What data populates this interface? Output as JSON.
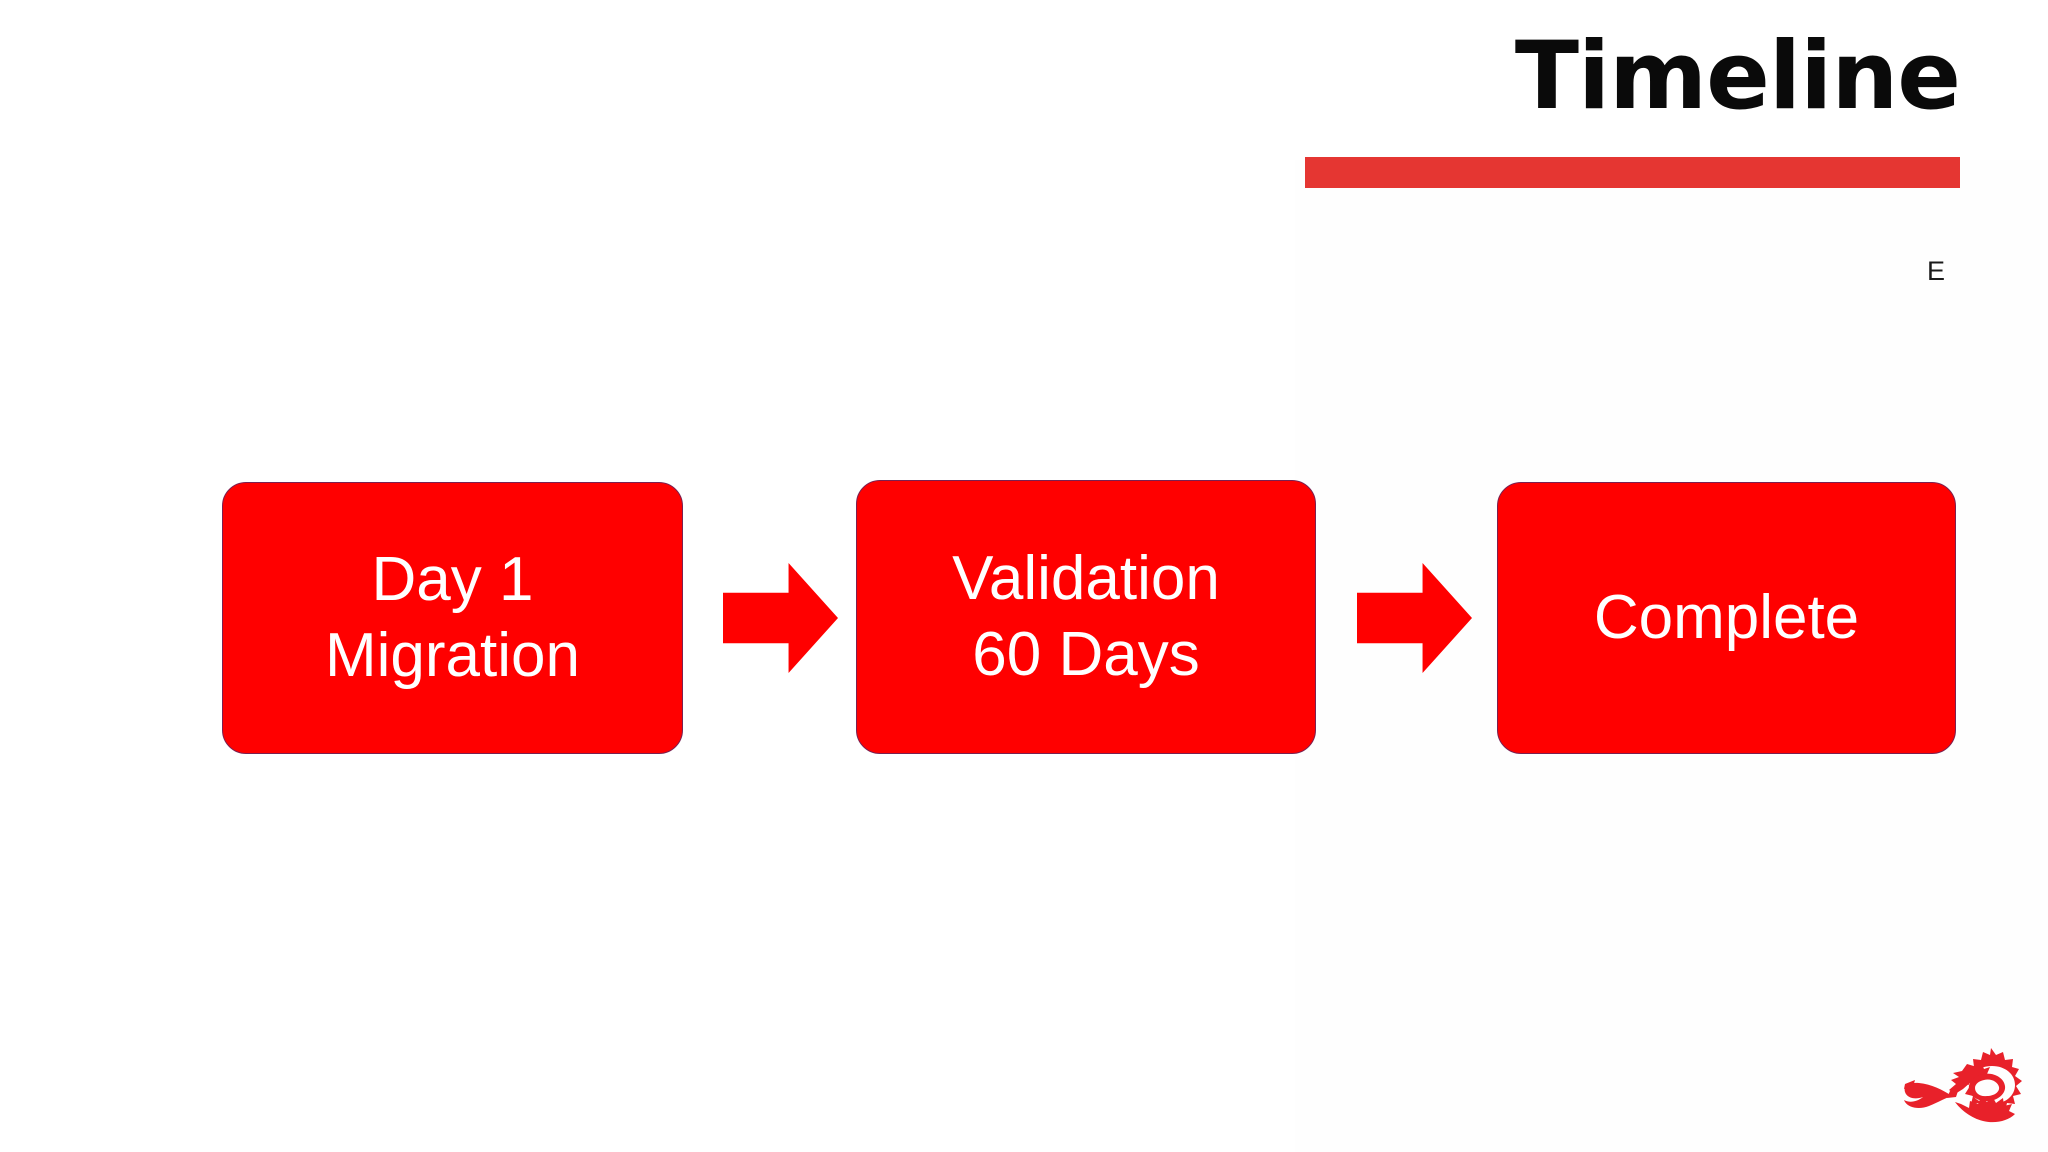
{
  "slide": {
    "title": "Timeline",
    "accent_color": "#E53632",
    "box_color": "#FF0000",
    "box_text_color": "#FFFFFF",
    "title_color": "#0A0A0A",
    "background_color": "#FFFFFF",
    "stray_text": "E"
  },
  "timeline": {
    "stages": [
      {
        "label": "Day 1\nMigration",
        "line1": "Day 1",
        "line2": "Migration"
      },
      {
        "label": "Validation\n60 Days",
        "line1": "Validation",
        "line2": "60 Days"
      },
      {
        "label": "Complete",
        "line1": "Complete",
        "line2": ""
      }
    ],
    "connectors": [
      {
        "icon": "right-arrow-icon"
      },
      {
        "icon": "right-arrow-icon"
      }
    ]
  },
  "logo": {
    "icon": "dragon-logo-icon",
    "color": "#E8212A"
  },
  "chart_data": {
    "type": "table",
    "title": "Timeline",
    "categories": [
      "Day 1 Migration",
      "Validation 60 Days",
      "Complete"
    ],
    "values": [
      "Day 1",
      "60 Days",
      ""
    ],
    "xlabel": "",
    "ylabel": "",
    "annotations": [
      "E"
    ]
  }
}
